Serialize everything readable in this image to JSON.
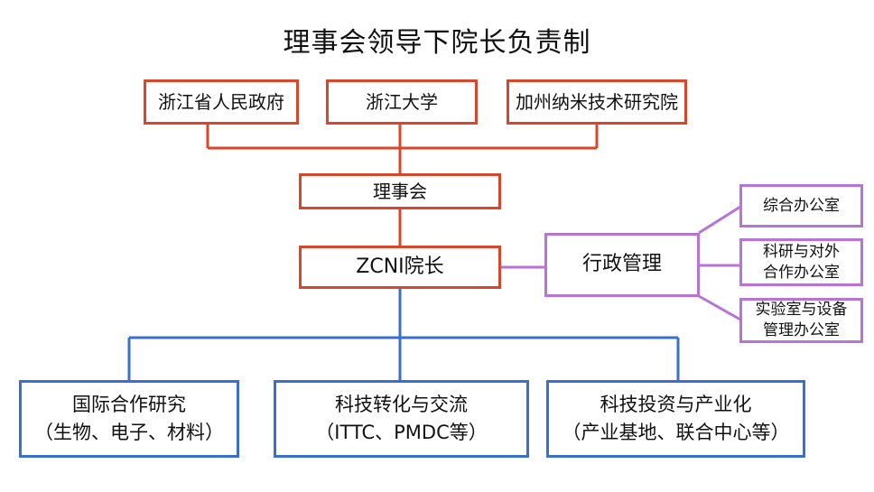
{
  "title": "理事会领导下院长负责制",
  "sponsors": [
    "浙江省人民政府",
    "浙江大学",
    "加州纳米技术研究院"
  ],
  "board": "理事会",
  "director": "ZCNI院长",
  "admin": {
    "label": "行政管理",
    "offices": [
      {
        "line1": "综合办公室",
        "line2": ""
      },
      {
        "line1": "科研与对外",
        "line2": "合作办公室"
      },
      {
        "line1": "实验室与设备",
        "line2": "管理办公室"
      }
    ]
  },
  "divisions": [
    {
      "name": "国际合作研究",
      "detail": "（生物、电子、材料）"
    },
    {
      "name": "科技转化与交流",
      "detail": "（ITTC、PMDC等）"
    },
    {
      "name": "科技投资与产业化",
      "detail": "（产业基地、联合中心等）"
    }
  ],
  "colors": {
    "red": "#d9462b",
    "blue": "#3a6fd1",
    "purple": "#b873d6"
  }
}
